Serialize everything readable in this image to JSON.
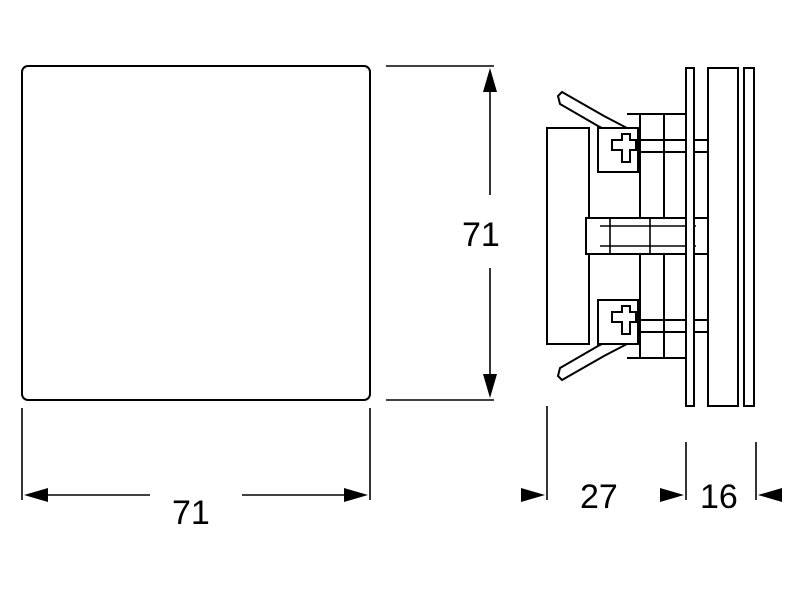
{
  "dimensions": {
    "front_height": "71",
    "front_width": "71",
    "side_depth_rear": "27",
    "side_depth_front": "16"
  }
}
